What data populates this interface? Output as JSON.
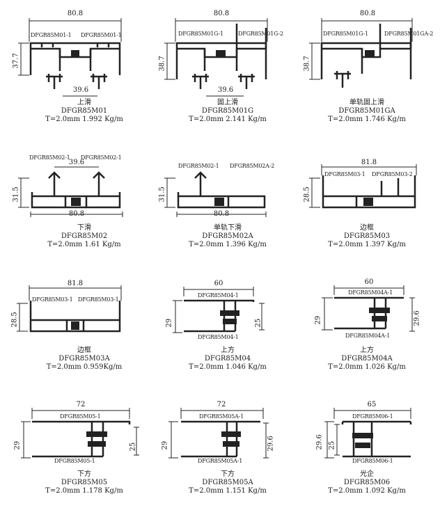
{
  "profiles": [
    {
      "name_cn": "上滑",
      "code": "DFGR85M01",
      "spec": "T=2.0mm 1.992 Kg/m",
      "part_left": "DFGR85M01-1",
      "part_right": "DFGR85M01-1",
      "width": "80.8",
      "height": "37.7",
      "inner": "39.6"
    },
    {
      "name_cn": "固上滑",
      "code": "DFGR85M01G",
      "spec": "T=2.0mm 2.141 Kg/m",
      "part_left": "DFGR85M01G-1",
      "part_right": "DFGR85M01G-2",
      "width": "80.8",
      "height": "38.7",
      "inner": "39.6"
    },
    {
      "name_cn": "单轨固上滑",
      "code": "DFGR85M01GA",
      "spec": "T=2.0mm 1.746 Kg/m",
      "part_left": "DFGR85M01G-1",
      "part_right": "DFGR85M01GA-2",
      "width": "80.8",
      "height": "38.7"
    },
    {
      "name_cn": "下滑",
      "code": "DFGR85M02",
      "spec": "T=2.0mm 1.61 Kg/m",
      "part_left": "DFGR85M02-1",
      "part_right": "DFGR85M02-1",
      "width": "80.8",
      "height": "31.5",
      "inner": "39.6"
    },
    {
      "name_cn": "单轨下滑",
      "code": "DFGR85M02A",
      "spec": "T=2.0mm 1.396 Kg/m",
      "part_left": "DFGR85M02-1",
      "part_right": "DFGR85M02A-2",
      "width": "80.8",
      "height": "31.5"
    },
    {
      "name_cn": "边框",
      "code": "DFGR85M03",
      "spec": "T=2.0mm 1.397 Kg/m",
      "part_left": "DFGR85M03-1",
      "part_right": "DFGR85M03-2",
      "width": "81.8",
      "height": "28.5"
    },
    {
      "name_cn": "边框",
      "code": "DFGR85M03A",
      "spec": "T=2.0mm 0.959Kg/m",
      "part_left": "DFGR85M03-1",
      "part_right": "DFGR85M03-1",
      "width": "81.8",
      "height": "28.5"
    },
    {
      "name_cn": "上方",
      "code": "DFGR85M04",
      "spec": "T=2.0mm 1.046 Kg/m",
      "part_top": "DFGR85M04-1",
      "part_bottom": "DFGR85M04-1",
      "width": "60",
      "height": "29",
      "height_right": "25"
    },
    {
      "name_cn": "上方",
      "code": "DFGR85M04A",
      "spec": "T=2.0mm 1.026 Kg/m",
      "part_top": "DFGR85M04A-1",
      "part_bottom": "DFGR85M04A-1",
      "width": "60",
      "height": "29",
      "height_right": "29.6"
    },
    {
      "name_cn": "下方",
      "code": "DFGR85M05",
      "spec": "T=2.0mm 1.178 Kg/m",
      "part_top": "DFGR85M05-1",
      "part_bottom": "DFGR85M05-1",
      "width": "72",
      "height": "29",
      "height_right": "25"
    },
    {
      "name_cn": "下方",
      "code": "DFGR85M05A",
      "spec": "T=2.0mm 1.151 Kg/m",
      "part_top": "DFGR85M05A-1",
      "part_bottom": "DFGR85M05A-1",
      "width": "72",
      "height": "29",
      "height_right": "29.6"
    },
    {
      "name_cn": "光企",
      "code": "DFGR85M06",
      "spec": "T=2.0mm 1.092 Kg/m",
      "part_top": "DFGR85M06-1",
      "part_bottom": "DFGR85M06-1",
      "width": "65",
      "height": "29.6",
      "height_right": "25"
    }
  ]
}
